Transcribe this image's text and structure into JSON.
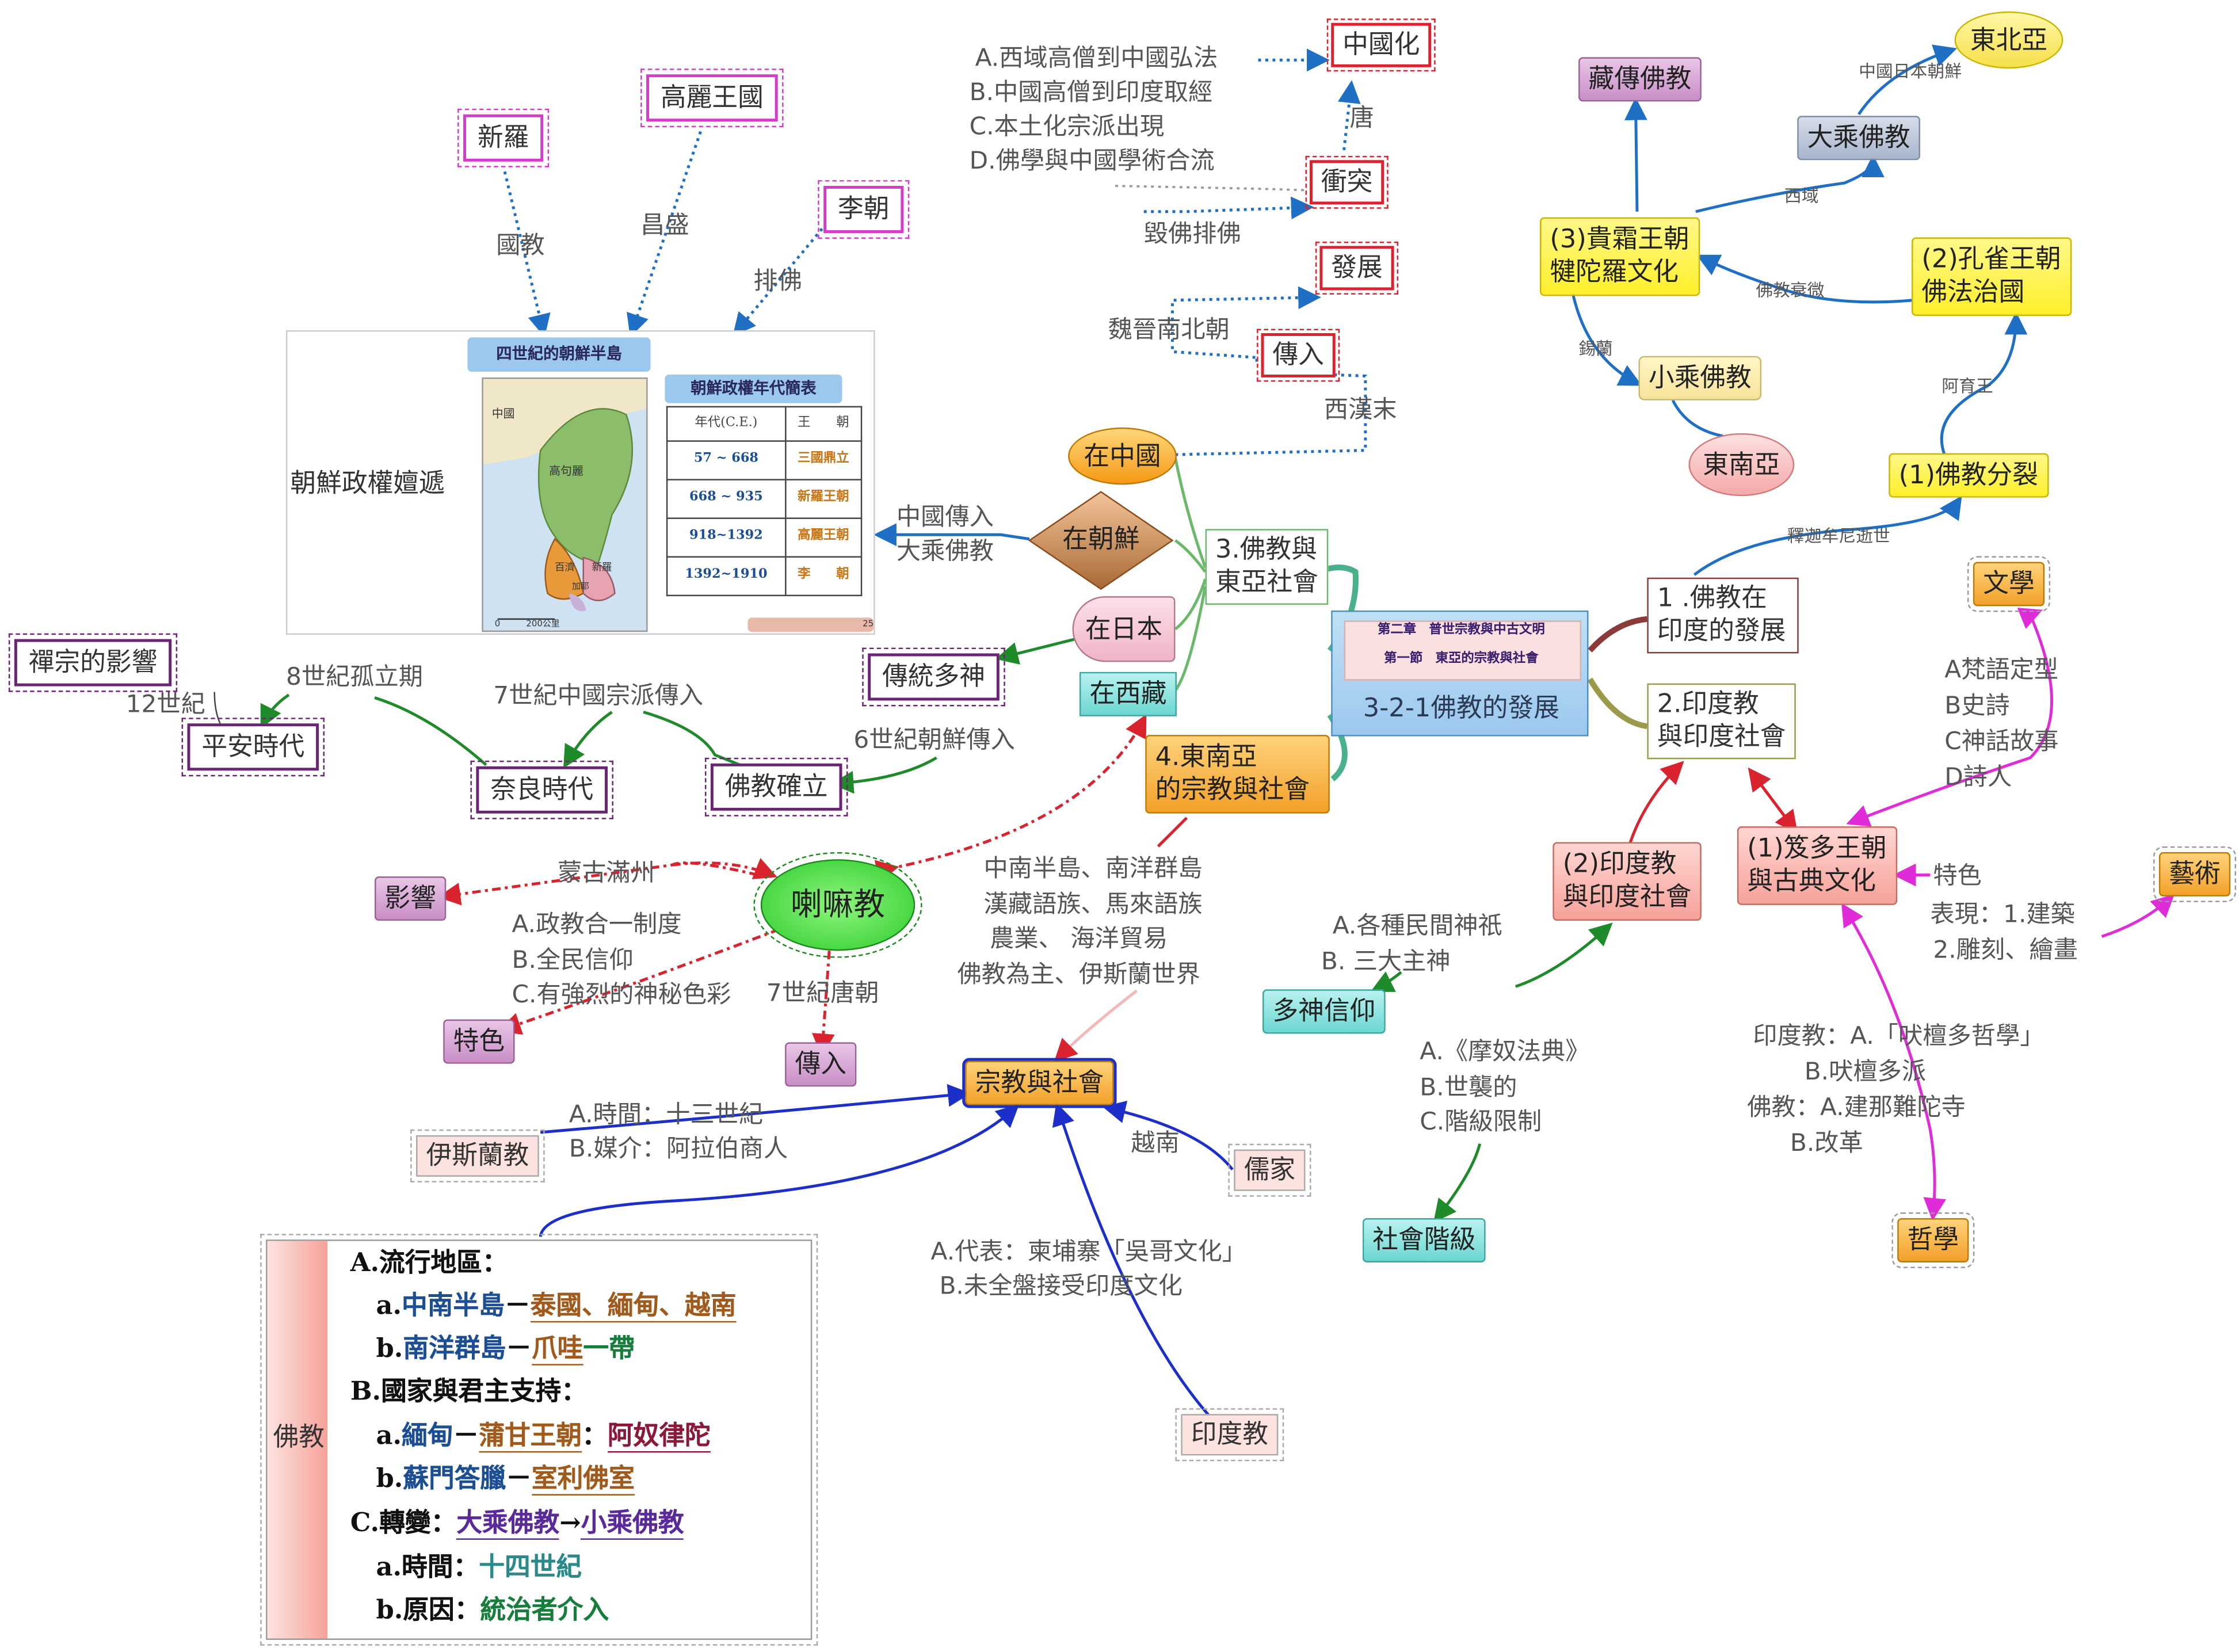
{
  "center": {
    "chapter": "第二章　普世宗教與中古文明",
    "section": "第一節　東亞的宗教與社會",
    "title": "3-2-1佛教的發展"
  },
  "branch1": {
    "title_l1": "1 .佛教在",
    "title_l2": "印度的發展",
    "shakyamuni": "釋迦牟尼逝世",
    "split": "(1)佛教分裂",
    "ashoka": "阿育王",
    "maurya_l1": "(2)孔雀王朝",
    "maurya_l2": "佛法治國",
    "decline": "佛教衰微",
    "kushan_l1": "(3)貴霜王朝",
    "kushan_l2": "犍陀羅文化",
    "westward": "西域",
    "mahayana": "大乘佛教",
    "cn_jp_kr": "中國日本朝鮮",
    "ne_asia": "東北亞",
    "tibetan": "藏傳佛教",
    "ceylon": "錫蘭",
    "hinayana": "小乘佛教",
    "se_asia": "東南亞"
  },
  "branch2": {
    "title_l1": "2.印度教",
    "title_l2": "與印度社會",
    "gupta_l1": "(1)笈多王朝",
    "gupta_l2": "與古典文化",
    "literature": "文學",
    "lit_items": [
      "A梵語定型",
      "B史詩",
      "C神話故事",
      "D詩人"
    ],
    "features": "特色",
    "features_items": [
      "表現：1.建築",
      "2.雕刻、繪畫"
    ],
    "art": "藝術",
    "philo_items": [
      "印度教：A.「吠檀多哲學」",
      "B.吠檀多派",
      "佛教：A.建那難陀寺",
      "B.改革"
    ],
    "philosophy": "哲學",
    "hindu_l1": "(2)印度教",
    "hindu_l2": "與印度社會",
    "poly_items": [
      "A.各種民間神祇",
      "B. 三大主神"
    ],
    "polytheism": "多神信仰",
    "manu_items": [
      "A.《摩奴法典》",
      "B.世襲的",
      "C.階級限制"
    ],
    "caste": "社會階級"
  },
  "branch3": {
    "title_l1": "3.佛教與",
    "title_l2": "東亞社會",
    "china": "在中國",
    "late_han": "西漢末",
    "transmit": "傳入",
    "weijin": "魏晉南北朝",
    "develop": "發展",
    "persecute": "毀佛排佛",
    "conflict": "衝突",
    "tang": "唐",
    "sinicize": "中國化",
    "china_items": [
      "A.西域高僧到中國弘法",
      "B.中國高僧到印度取經",
      "C.本土化宗派出現",
      "D.佛學與中國學術合流"
    ],
    "korea": "在朝鮮",
    "korea_via_l1": "中國傳入",
    "korea_via_l2": "大乘佛教",
    "korea_regimes": "朝鮮政權嬗遞",
    "map_title": "四世紀的朝鮮半島",
    "map_labels": [
      "中國",
      "高句麗",
      "百濟",
      "新羅",
      "加耶",
      "0",
      "200公里"
    ],
    "table_title": "朝鮮政權年代簡表",
    "table_headers": [
      "年代(C.E.)",
      "王　　朝"
    ],
    "table_rows": [
      [
        "57 ~ 668",
        "三國鼎立"
      ],
      [
        "668 ~ 935",
        "新羅王朝"
      ],
      [
        "918~1392",
        "高麗王朝"
      ],
      [
        "1392~1910",
        "李　　朝"
      ]
    ],
    "table_page": "25",
    "silla": "新羅",
    "silla_rel": "國教",
    "goryeo": "高麗王國",
    "goryeo_rel": "昌盛",
    "joseon": "李朝",
    "joseon_rel": "排佛",
    "japan": "在日本",
    "shinto": "傳統多神",
    "c6": "6世紀朝鮮傳入",
    "established": "佛教確立",
    "c7": "7世紀中國宗派傳入",
    "nara": "奈良時代",
    "c8": "8世紀孤立期",
    "heian": "平安時代",
    "c12": "12世紀",
    "zen": "禪宗的影響",
    "tibet": "在西藏",
    "lamaism": "喇嘛教",
    "mongol": "蒙古滿州",
    "influence": "影響",
    "lama_items": [
      "A.政教合一制度",
      "B.全民信仰",
      "C.有強烈的神秘色彩"
    ],
    "lama_feature": "特色",
    "c7tang": "7世紀唐朝",
    "lama_transmit": "傳入"
  },
  "branch4": {
    "title_l1": "4.東南亞",
    "title_l2": "的宗教與社會",
    "desc_items": [
      "中南半島、南洋群島",
      "漢藏語族、馬來語族",
      "農業、 海洋貿易",
      "佛教為主、伊斯蘭世界"
    ],
    "rel_society": "宗教與社會",
    "islam": "伊斯蘭教",
    "islam_items": [
      "A.時間：十三世紀",
      "B.媒介：阿拉伯商人"
    ],
    "vietnam": "越南",
    "confucian": "儒家",
    "hindu_items": [
      "A.代表：柬埔寨「吳哥文化」",
      "B.未全盤接受印度文化"
    ],
    "hinduism": "印度教",
    "buddhism": "佛教",
    "panel": {
      "A": "A.流行地區：",
      "a1": "a.",
      "a1_blue": "中南半島",
      "a1_dash": "－",
      "a1_u1": "泰國",
      "a1_sep1": "、",
      "a1_u2": "緬甸",
      "a1_sep2": "、",
      "a1_u3": "越南",
      "b1": "b.",
      "b1_blue": "南洋群島",
      "b1_dash": "－",
      "b1_u": "爪哇",
      "b1_end": "一帶",
      "B": "B.國家與君主支持：",
      "a2": "a.",
      "a2_blue": "緬甸",
      "a2_dash": "－",
      "a2_u1": "蒲甘王朝",
      "a2_colon": "：",
      "a2_u2": "阿奴律陀",
      "b2": "b.",
      "b2_blue": "蘇門答臘",
      "b2_dash": "－",
      "b2_u": "室利佛室",
      "C": "C.轉變：",
      "C_u1": "大乘佛教",
      "C_arrow": "→",
      "C_u2": "小乘佛教",
      "a3": "a.時間：",
      "a3_v": "十四世紀",
      "b3": "b.原因：",
      "b3_v": "統治者介入"
    }
  }
}
